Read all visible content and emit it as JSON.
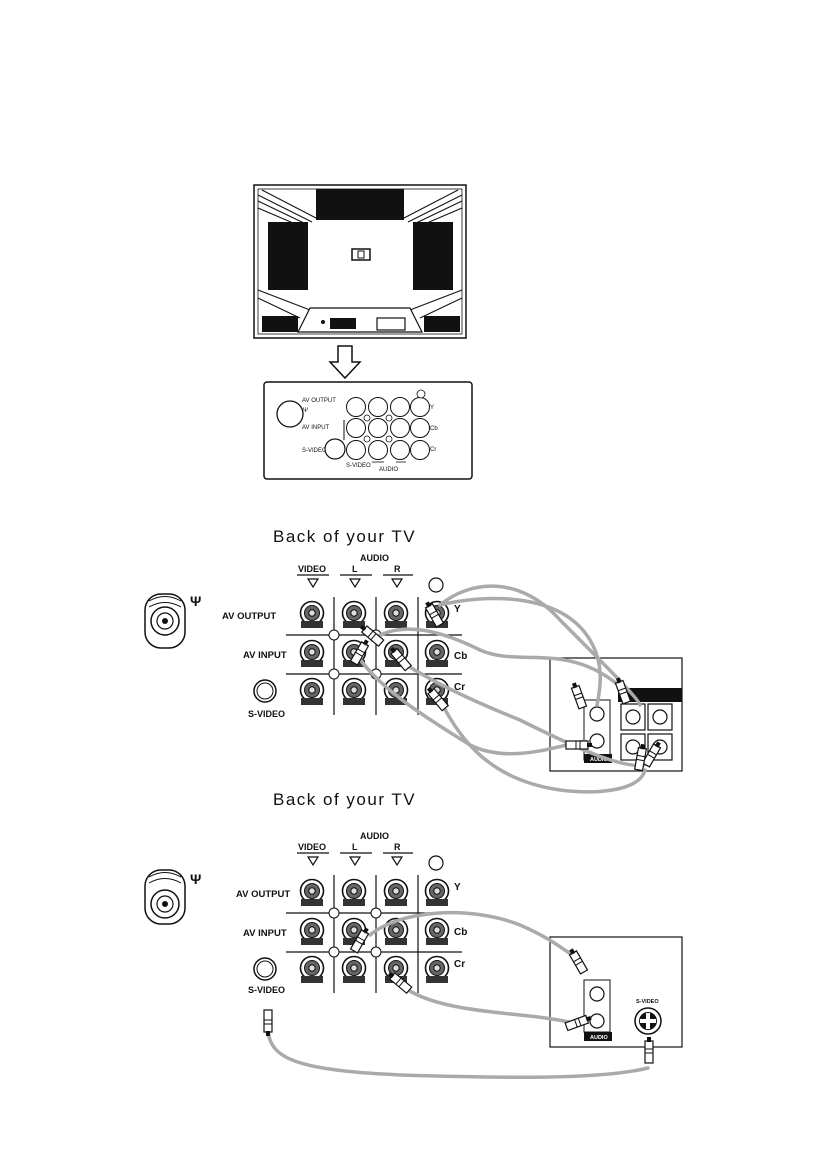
{
  "panel_small": {
    "av_output": "AV OUTPUT",
    "av_input": "AV INPUT",
    "s_video": "S-VIDEO",
    "s_video_bottom": "S-VIDEO",
    "audio": "AUDIO",
    "y": "Y",
    "cb": "Cb",
    "cr": "Cr"
  },
  "figure1": {
    "caption": "Back of your TV",
    "audio": "AUDIO",
    "video": "VIDEO",
    "left": "L",
    "right": "R",
    "av_output": "AV OUTPUT",
    "av_input": "AV   INPUT",
    "s_video": "S-VIDEO",
    "y": "Y",
    "cb": "Cb",
    "cr": "Cr",
    "device_audio": "AUDIO"
  },
  "figure2": {
    "caption": "Back of your TV",
    "audio": "AUDIO",
    "video": "VIDEO",
    "left": "L",
    "right": "R",
    "av_output": "AV OUTPUT",
    "av_input": "AV   INPUT",
    "s_video": "S-VIDEO",
    "y": "Y",
    "cb": "Cb",
    "cr": "Cr",
    "device_audio": "AUDIO",
    "device_svideo": "S-VIDEO"
  }
}
